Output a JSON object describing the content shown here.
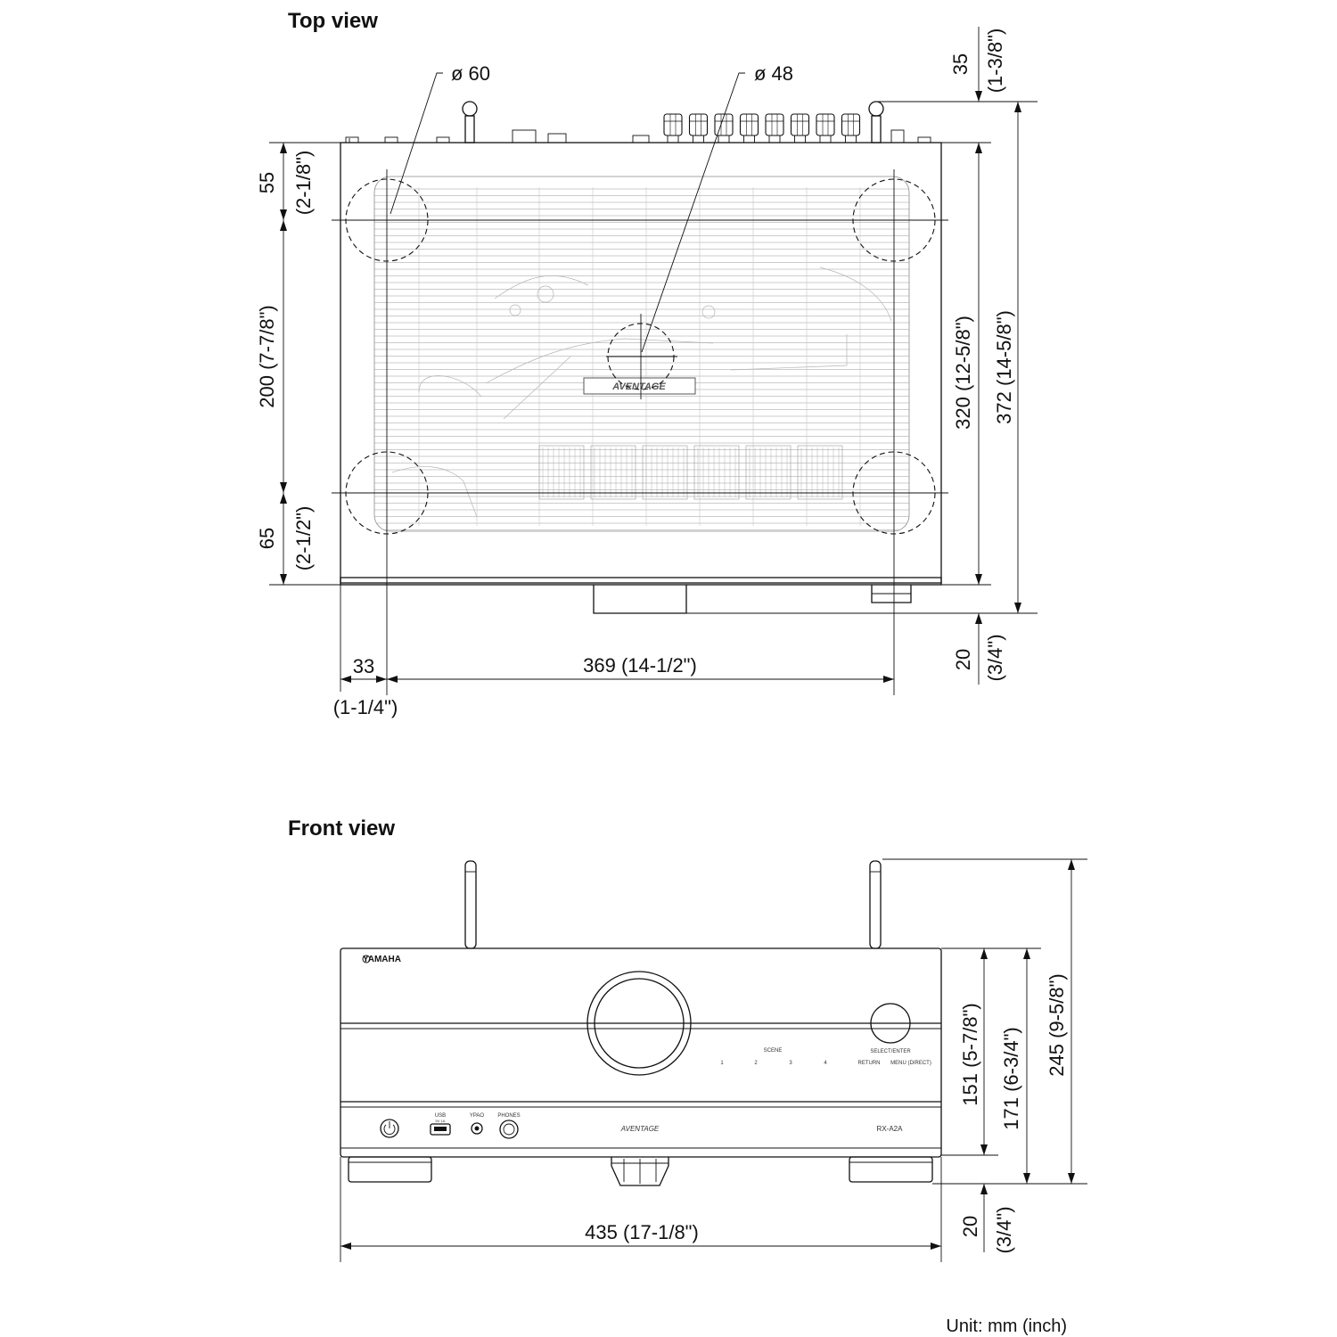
{
  "top_view": {
    "title": "Top view",
    "dims": {
      "dia60": "ø 60",
      "dia48": "ø 48",
      "d35": "35",
      "d35_in": "(1-3/8\")",
      "d55": "55",
      "d55_in": "(2-1/8\")",
      "d200": "200 (7-7/8\")",
      "d65": "65",
      "d65_in": "(2-1/2\")",
      "d320": "320 (12-5/8\")",
      "d372": "372 (14-5/8\")",
      "d20": "20",
      "d20_in": "(3/4\")",
      "d33": "33",
      "d33_in": "(1-1/4\")",
      "d369": "369 (14-1/2\")"
    },
    "grille_logo": "AVENTAGE"
  },
  "front_view": {
    "title": "Front view",
    "brand": "YAMAHA",
    "panel": {
      "scene": "SCENE",
      "scene_buttons": [
        "1",
        "2",
        "3",
        "4"
      ],
      "select_enter": "SELECT/ENTER",
      "return": "RETURN",
      "menu": "MENU (DIRECT)",
      "usb": "USB",
      "usb_sub": "5V 1A",
      "ypao": "YPAO",
      "phones": "PHONES",
      "aventage": "AVENTAGE",
      "model": "RX-A2A"
    },
    "dims": {
      "d151": "151 (5-7/8\")",
      "d171": "171 (6-3/4\")",
      "d245": "245 (9-5/8\")",
      "d20": "20",
      "d20_in": "(3/4\")",
      "d435": "435 (17-1/8\")"
    }
  },
  "unit": "Unit: mm (inch)"
}
